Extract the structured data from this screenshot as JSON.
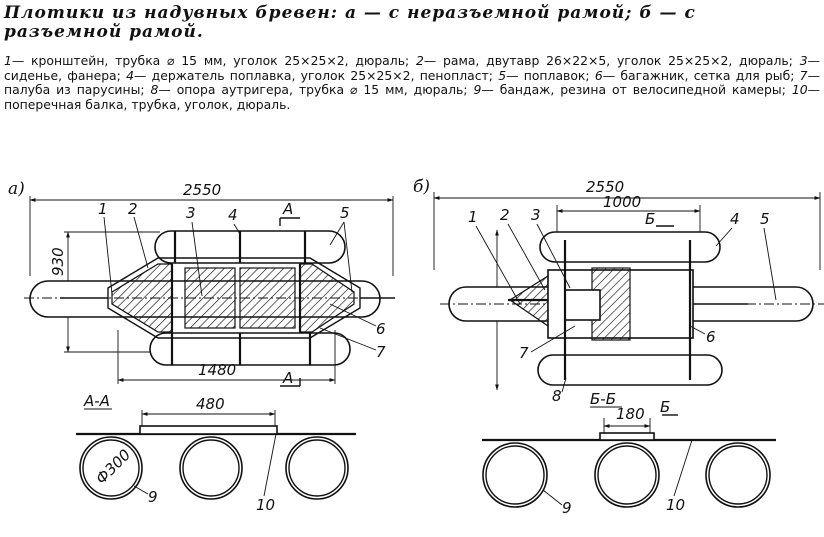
{
  "caption": {
    "title": "Плотики из надувных бревен: а — с неразъемной рамой; б — с разъемной рамой.",
    "legend": [
      {
        "num": "1",
        "text": "— кронштейн, трубка ⌀ 15 мм, уголок 25×25×2, дюраль;"
      },
      {
        "num": "2",
        "text": "— рама, двутавр 26×22×5, уголок 25×25×2, дюраль;"
      },
      {
        "num": "3",
        "text": "— сиденье, фанера;"
      },
      {
        "num": "4",
        "text": "— держатель поплавка, уголок 25×25×2, пенопласт;"
      },
      {
        "num": "5",
        "text": "— поплавок;"
      },
      {
        "num": "6",
        "text": "— багажник, сетка для рыб;"
      },
      {
        "num": "7",
        "text": "— палуба из парусины;"
      },
      {
        "num": "8",
        "text": "— опора аутригера, трубка ⌀ 15 мм, дюраль;"
      },
      {
        "num": "9",
        "text": "— бандаж, резина от велосипедной камеры;"
      },
      {
        "num": "10",
        "text": "— поперечная балка, трубка, уголок, дюраль."
      }
    ]
  },
  "figure_a": {
    "label": "а)",
    "dim_length": "2550",
    "dim_width": "930",
    "dim_frame": "1480",
    "section_mark": "А",
    "section_title": "А-А",
    "dim_section": "480",
    "dim_diameter": "Ф300",
    "callouts": [
      "1",
      "2",
      "3",
      "4",
      "5",
      "6",
      "7",
      "9",
      "10"
    ]
  },
  "figure_b": {
    "label": "б)",
    "dim_length": "2550",
    "dim_frame": "1000",
    "section_mark": "Б",
    "section_title": "Б-Б",
    "dim_section": "180",
    "callouts": [
      "1",
      "2",
      "3",
      "4",
      "5",
      "6",
      "7",
      "8",
      "9",
      "10"
    ]
  }
}
